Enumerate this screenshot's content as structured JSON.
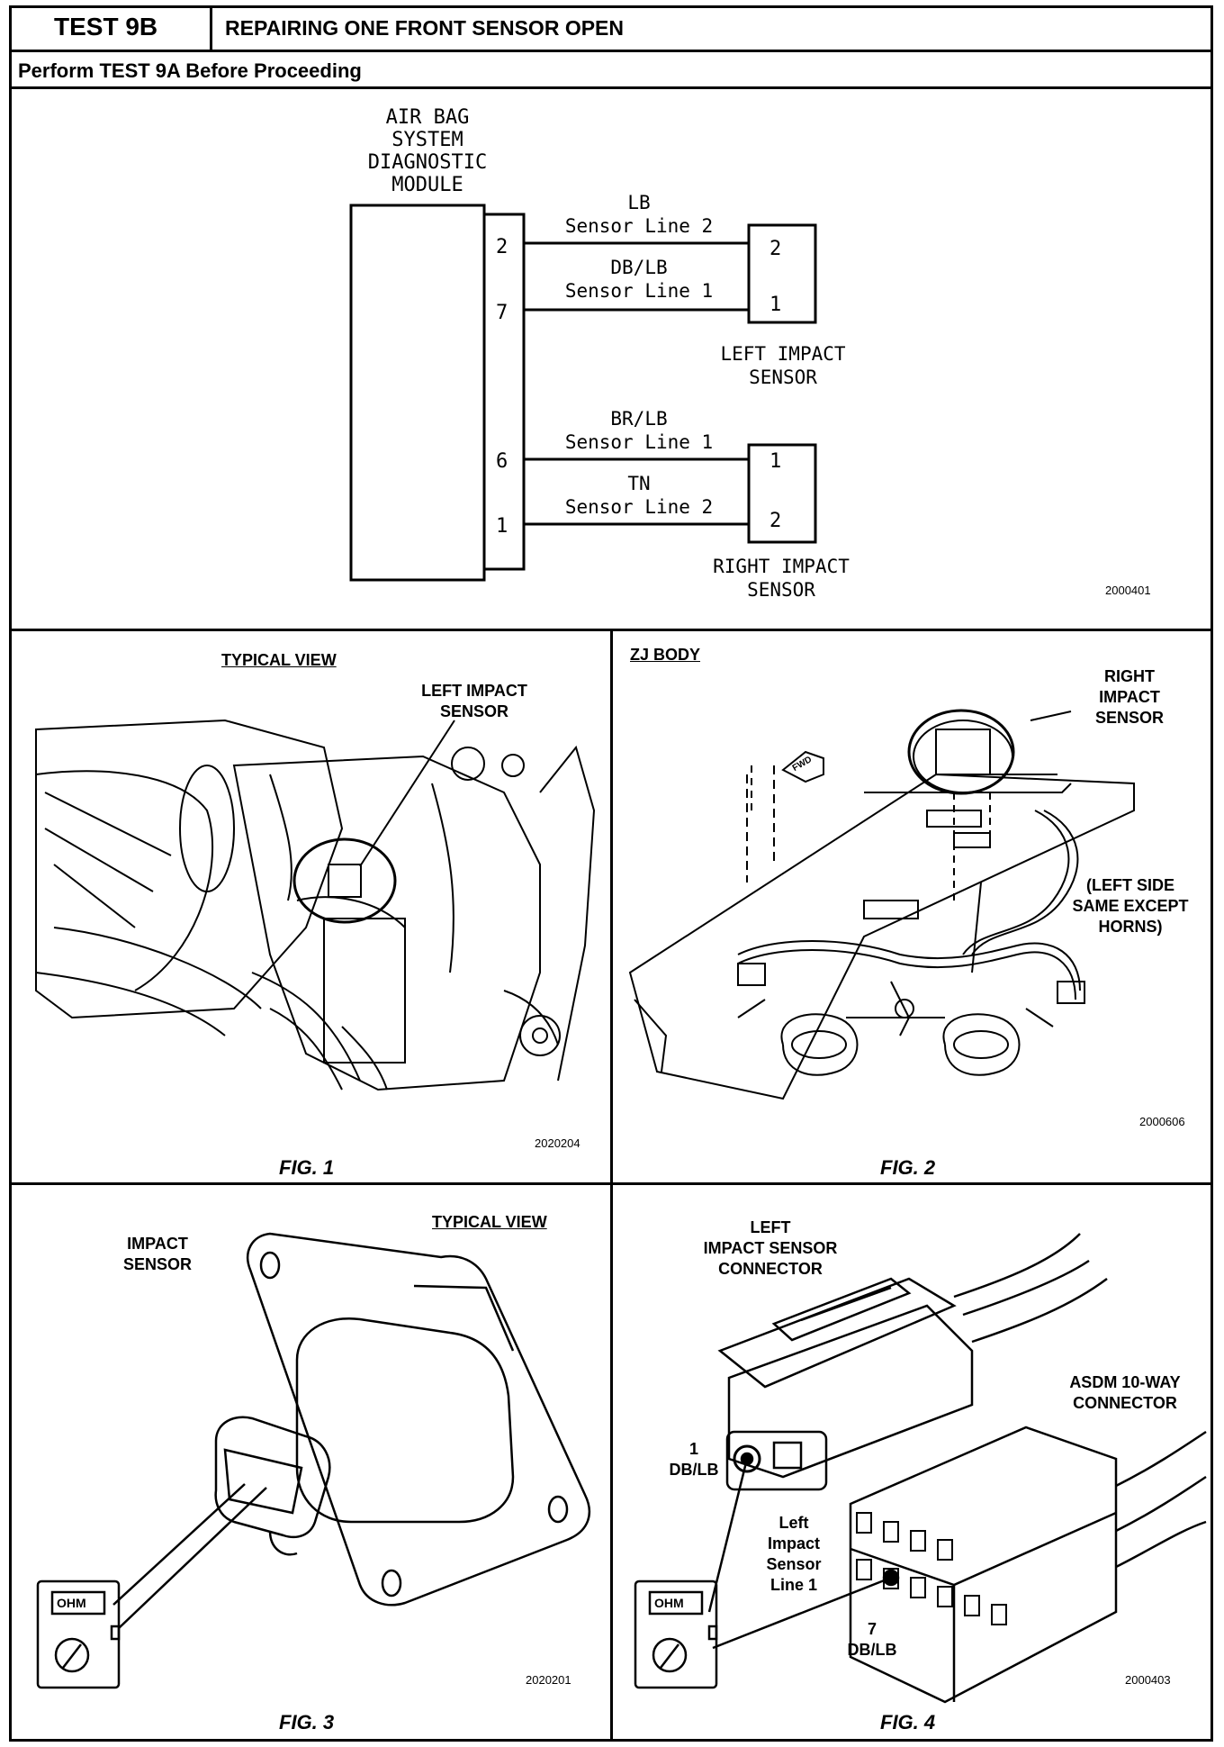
{
  "header": {
    "test_id": "TEST 9B",
    "title": "REPAIRING ONE FRONT SENSOR OPEN",
    "prerequisite": "Perform TEST 9A Before Proceeding"
  },
  "schematic": {
    "module_label": [
      "AIR BAG",
      "SYSTEM",
      "DIAGNOSTIC",
      "MODULE"
    ],
    "pins": [
      "2",
      "7",
      "6",
      "1"
    ],
    "wires": [
      {
        "color": "LB",
        "line": "Sensor Line 2"
      },
      {
        "color": "DB/LB",
        "line": "Sensor Line 1"
      },
      {
        "color": "BR/LB",
        "line": "Sensor Line 1"
      },
      {
        "color": "TN",
        "line": "Sensor Line 2"
      }
    ],
    "left_sensor": {
      "pins": [
        "2",
        "1"
      ],
      "label": [
        "LEFT IMPACT",
        "SENSOR"
      ]
    },
    "right_sensor": {
      "pins": [
        "1",
        "2"
      ],
      "label": [
        "RIGHT IMPACT",
        "SENSOR"
      ]
    },
    "code": "2000401"
  },
  "fig1": {
    "view": "TYPICAL VIEW",
    "callout": [
      "LEFT IMPACT",
      "SENSOR"
    ],
    "code": "2020204",
    "caption": "FIG. 1"
  },
  "fig2": {
    "view": "ZJ BODY",
    "callout": [
      "RIGHT",
      "IMPACT",
      "SENSOR"
    ],
    "note": [
      "(LEFT SIDE",
      "SAME EXCEPT",
      "HORNS)"
    ],
    "fwd": "FWD",
    "code": "2000606",
    "caption": "FIG. 2"
  },
  "fig3": {
    "view": "TYPICAL VIEW",
    "callout": [
      "IMPACT",
      "SENSOR"
    ],
    "meter": "OHM",
    "code": "2020201",
    "caption": "FIG. 3"
  },
  "fig4": {
    "callout_top": [
      "LEFT",
      "IMPACT SENSOR",
      "CONNECTOR"
    ],
    "callout_right": [
      "ASDM 10-WAY",
      "CONNECTOR"
    ],
    "pin1": [
      "1",
      "DB/LB"
    ],
    "mid": [
      "Left",
      "Impact",
      "Sensor",
      "Line 1"
    ],
    "pin7": [
      "7",
      "DB/LB"
    ],
    "meter": "OHM",
    "code": "2000403",
    "caption": "FIG. 4"
  }
}
